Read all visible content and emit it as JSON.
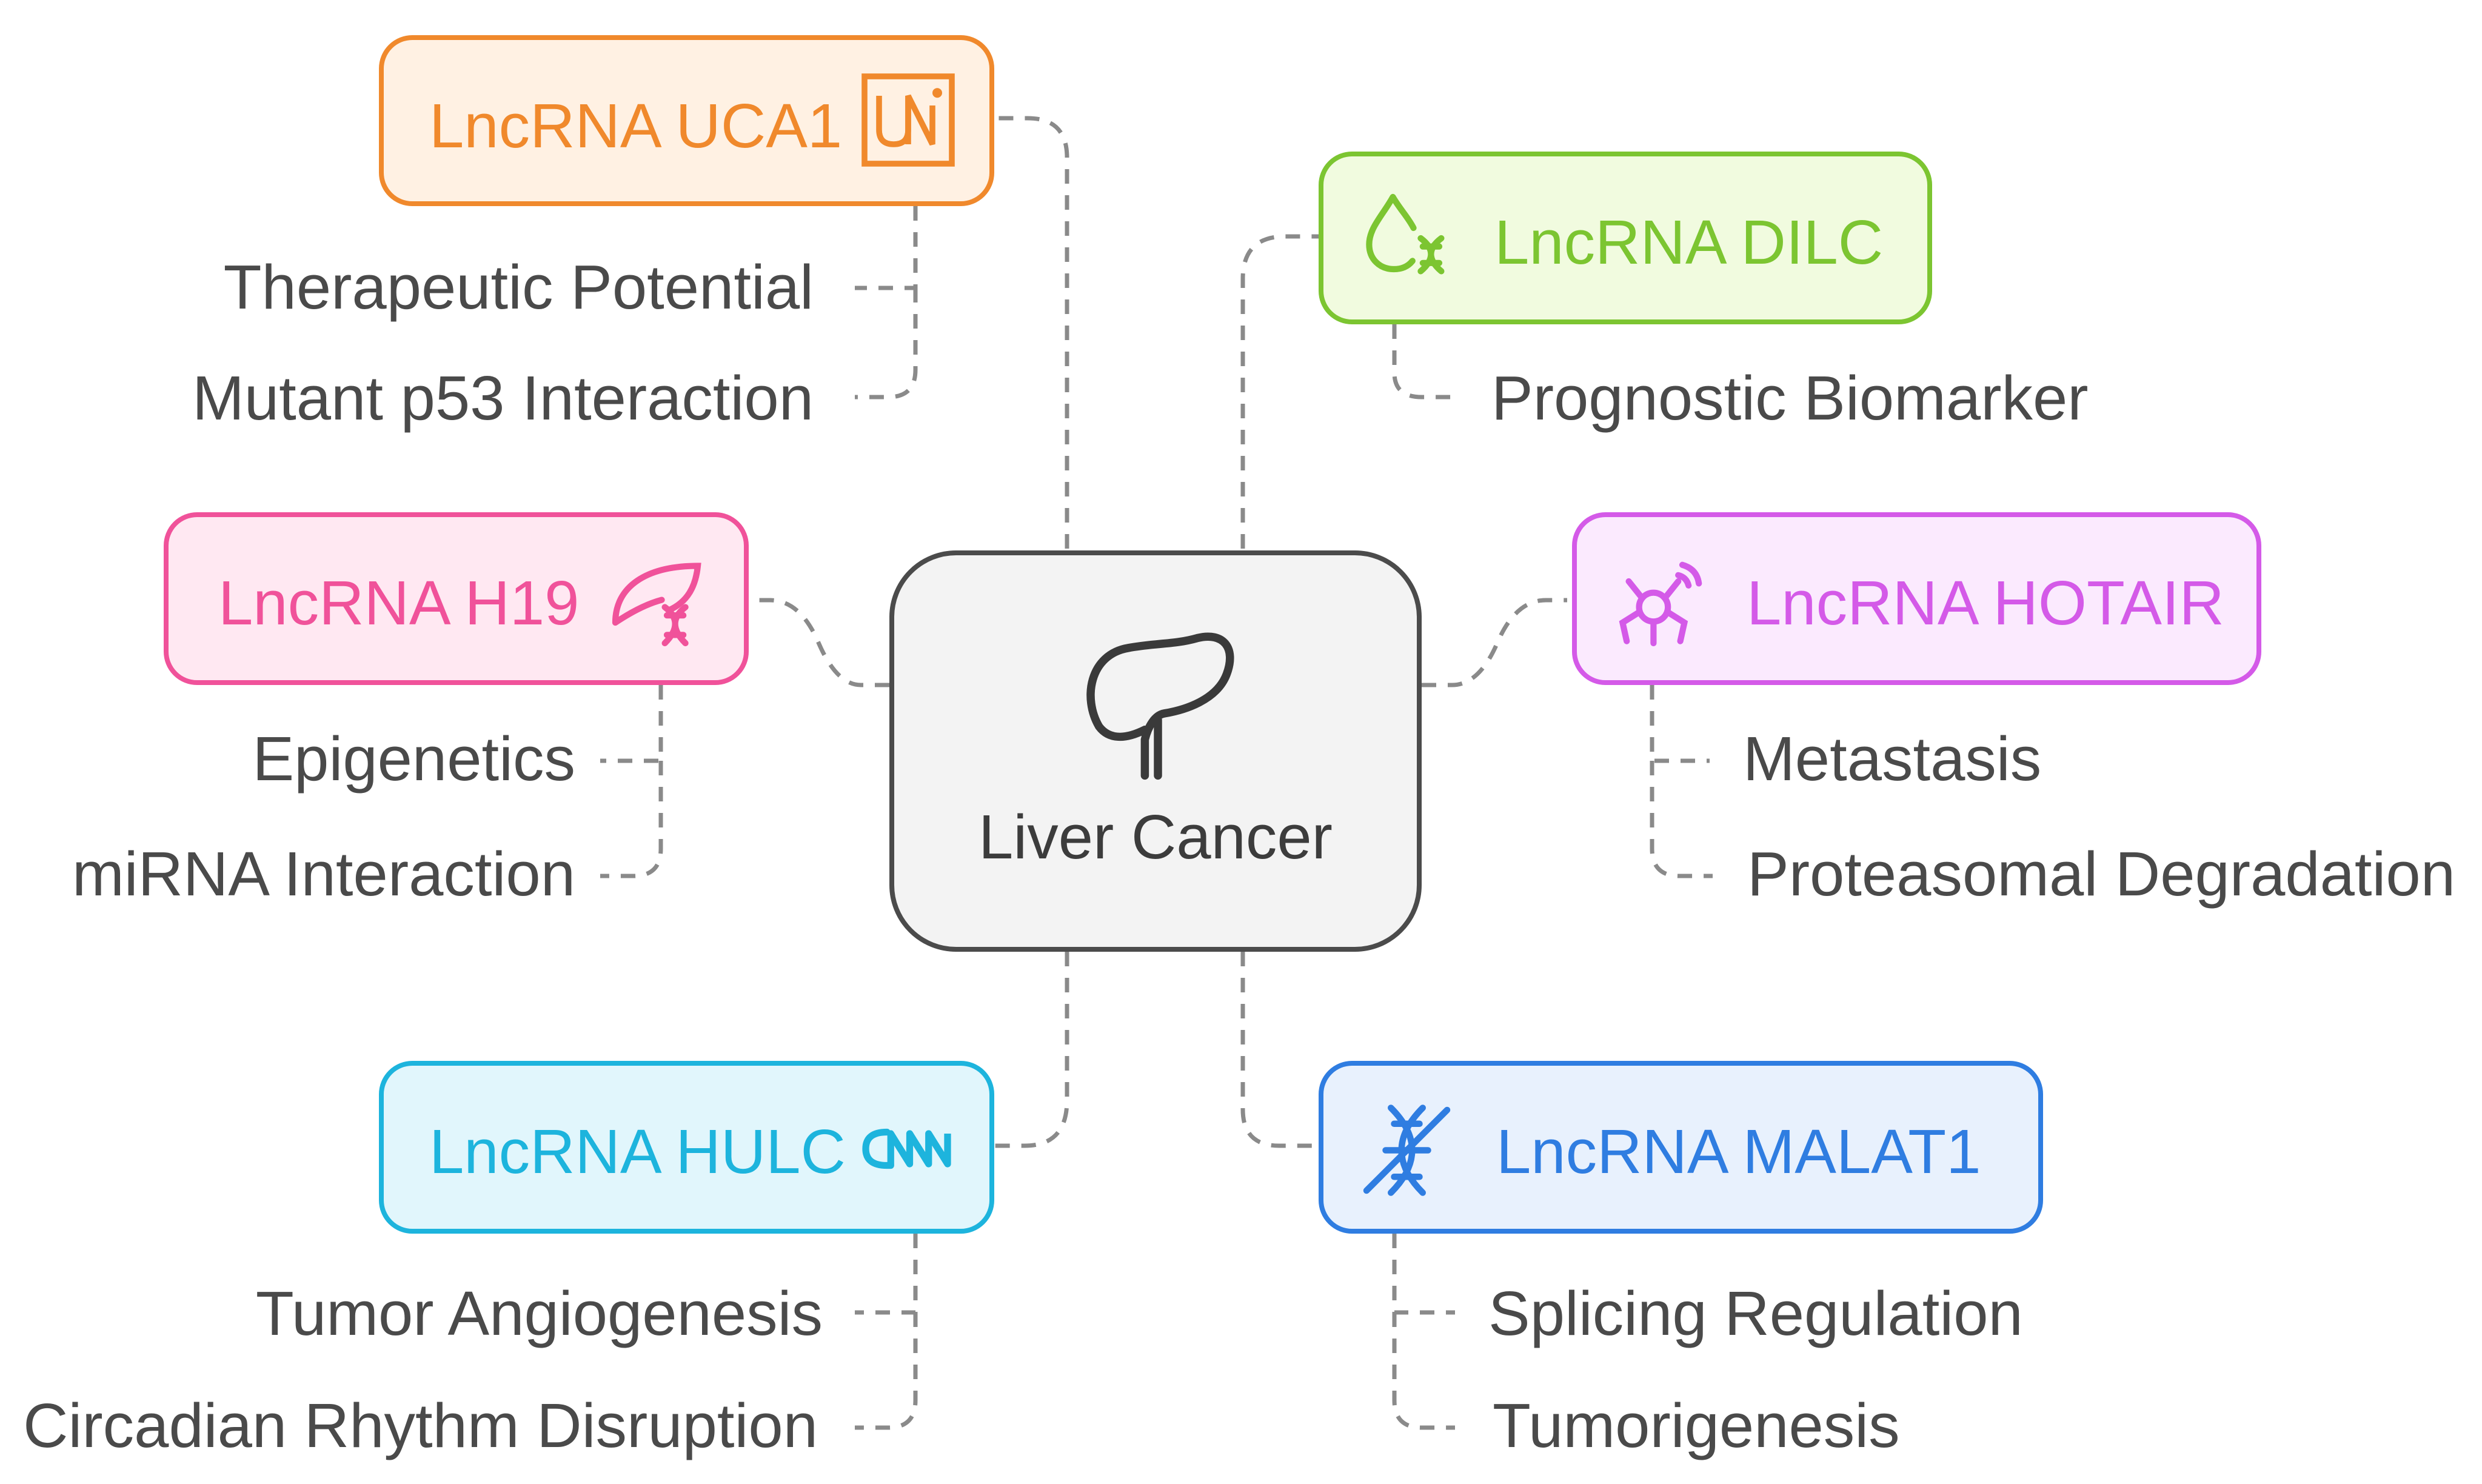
{
  "center": {
    "label": "Liver Cancer",
    "icon": "liver-icon"
  },
  "nodes": {
    "uca1": {
      "label": "LncRNA UCA1",
      "icon": "uni-icon",
      "color": "#f0892c",
      "fill": "#fff1e3",
      "items": [
        "Therapeutic Potential",
        "Mutant p53 Interaction"
      ]
    },
    "dilc": {
      "label": "LncRNA DILC",
      "icon": "droplet-dna-icon",
      "color": "#7cc531",
      "fill": "#f1fbdf",
      "items": [
        "Prognostic Biomarker"
      ]
    },
    "h19": {
      "label": "LncRNA H19",
      "icon": "leaf-dna-icon",
      "color": "#f0529a",
      "fill": "#ffe8f2",
      "items": [
        "Epigenetics",
        "miRNA Interaction"
      ]
    },
    "hotair": {
      "label": "LncRNA HOTAIR",
      "icon": "bug-signal-icon",
      "color": "#d45ae8",
      "fill": "#fbeafe",
      "items": [
        "Metastasis",
        "Proteasomal Degradation"
      ]
    },
    "hulc": {
      "label": "LncRNA HULC",
      "icon": "cnn-icon",
      "color": "#1db4dd",
      "fill": "#e1f6fc",
      "items": [
        "Tumor Angiogenesis",
        "Circadian Rhythm Disruption"
      ]
    },
    "malat1": {
      "label": "LncRNA MALAT1",
      "icon": "dna-slash-icon",
      "color": "#2f7de1",
      "fill": "#e8f1fd",
      "items": [
        "Splicing Regulation",
        "Tumorigenesis"
      ]
    }
  },
  "connector_color": "#8a8a8a"
}
